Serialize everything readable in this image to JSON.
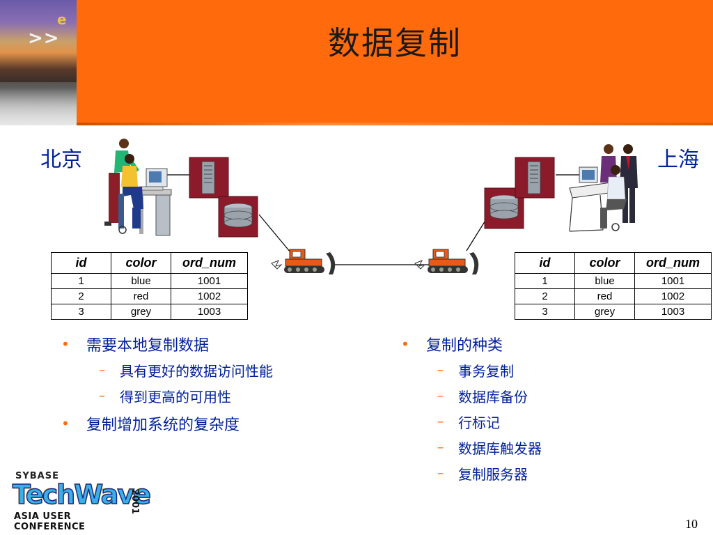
{
  "slide": {
    "title": "数据复制",
    "page_number": "10"
  },
  "cities": {
    "left": "北京",
    "right": "上海"
  },
  "tables": {
    "headers": [
      "id",
      "color",
      "ord_num"
    ],
    "left_rows": [
      [
        "1",
        "blue",
        "1001"
      ],
      [
        "2",
        "red",
        "1002"
      ],
      [
        "3",
        "grey",
        "1003"
      ]
    ],
    "right_rows": [
      [
        "1",
        "blue",
        "1001"
      ],
      [
        "2",
        "red",
        "1002"
      ],
      [
        "3",
        "grey",
        "1003"
      ]
    ]
  },
  "bullets_left": {
    "main1": "需要本地复制数据",
    "sub1": "具有更好的数据访问性能",
    "sub2": "得到更高的可用性",
    "main2": "复制增加系统的复杂度"
  },
  "bullets_right": {
    "main1": "复制的种类",
    "sub1": "事务复制",
    "sub2": "数据库备份",
    "sub3": "行标记",
    "sub4": "数据库触发器",
    "sub5": "复制服务器"
  },
  "symbols": {
    "bullet": "•",
    "dash": "–"
  },
  "logo": {
    "brand": "SYBASE",
    "product": "TechWave",
    "year": "2001",
    "subtitle": "ASIA USER CONFERENCE"
  },
  "header_photo": {
    "letter": "e",
    "arrows": ">>"
  },
  "colors": {
    "header_orange": "#ff6a0d",
    "text_blue": "#001f99",
    "server_red": "#8b1a2b",
    "bulldozer_orange": "#e85a1a"
  },
  "icons": [
    "people-at-computer-icon",
    "server-tower-icon",
    "database-disk-icon",
    "bulldozer-icon",
    "office-team-icon"
  ]
}
